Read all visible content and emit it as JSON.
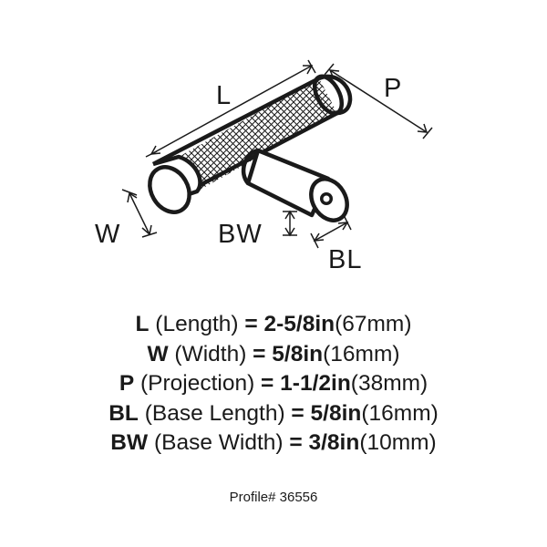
{
  "diagram": {
    "labels": {
      "L": "L",
      "P": "P",
      "W": "W",
      "BW": "BW",
      "BL": "BL"
    }
  },
  "specs": [
    {
      "abbr": "L",
      "name": "(Length)",
      "eq": "=",
      "imperial": "2-5/8in",
      "metric": "(67mm)"
    },
    {
      "abbr": "W",
      "name": "(Width)",
      "eq": "=",
      "imperial": "5/8in",
      "metric": "(16mm)"
    },
    {
      "abbr": "P",
      "name": "(Projection)",
      "eq": "=",
      "imperial": "1-1/2in",
      "metric": "(38mm)"
    },
    {
      "abbr": "BL",
      "name": "(Base Length)",
      "eq": "=",
      "imperial": "5/8in",
      "metric": "(16mm)"
    },
    {
      "abbr": "BW",
      "name": "(Base Width)",
      "eq": "=",
      "imperial": "3/8in",
      "metric": "(10mm)"
    }
  ],
  "profile": "Profile# 36556",
  "colors": {
    "ink": "#1a1a1a",
    "background": "#ffffff"
  }
}
